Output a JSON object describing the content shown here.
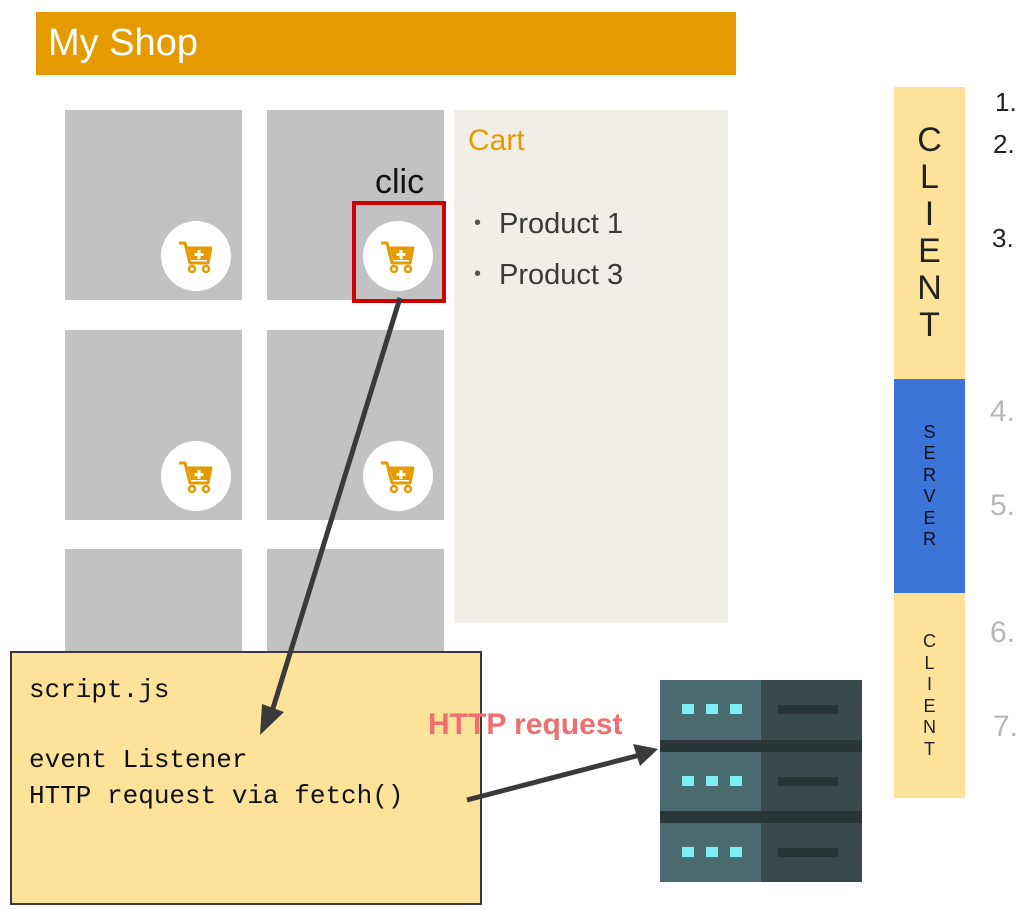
{
  "shop": {
    "title": "My Shop"
  },
  "cart": {
    "title": "Cart",
    "items": [
      "Product 1",
      "Product 3"
    ]
  },
  "annotation": {
    "click_label": "clic",
    "http_label": "HTTP request"
  },
  "script_box": {
    "filename": "script.js",
    "line1": "event Listener",
    "line2": "HTTP request via fetch()"
  },
  "timeline": {
    "segments": [
      {
        "label": "CLIENT",
        "letters": [
          "C",
          "L",
          "I",
          "E",
          "N",
          "T"
        ],
        "color": "#fde29a"
      },
      {
        "label": "SERVER",
        "letters": [
          "S",
          "E",
          "R",
          "V",
          "E",
          "R"
        ],
        "color": "#3b73d6"
      },
      {
        "label": "CLIENT",
        "letters": [
          "C",
          "L",
          "I",
          "E",
          "N",
          "T"
        ],
        "color": "#fde29a"
      }
    ],
    "steps": [
      "1.",
      "2.",
      "3.",
      "4.",
      "5.",
      "6.",
      "7."
    ]
  },
  "colors": {
    "accent": "#e59a00",
    "tile": "#c2c2c2",
    "cart_bg": "#f1eee8",
    "click_box": "#cc0000",
    "script_bg": "#fde29a",
    "http_label": "#ef6f6f",
    "server_dark": "#3a4a4c",
    "server_led": "#7ff0f5"
  },
  "icons": {
    "cart_add": "cart-add-icon",
    "server": "server-rack-icon"
  }
}
